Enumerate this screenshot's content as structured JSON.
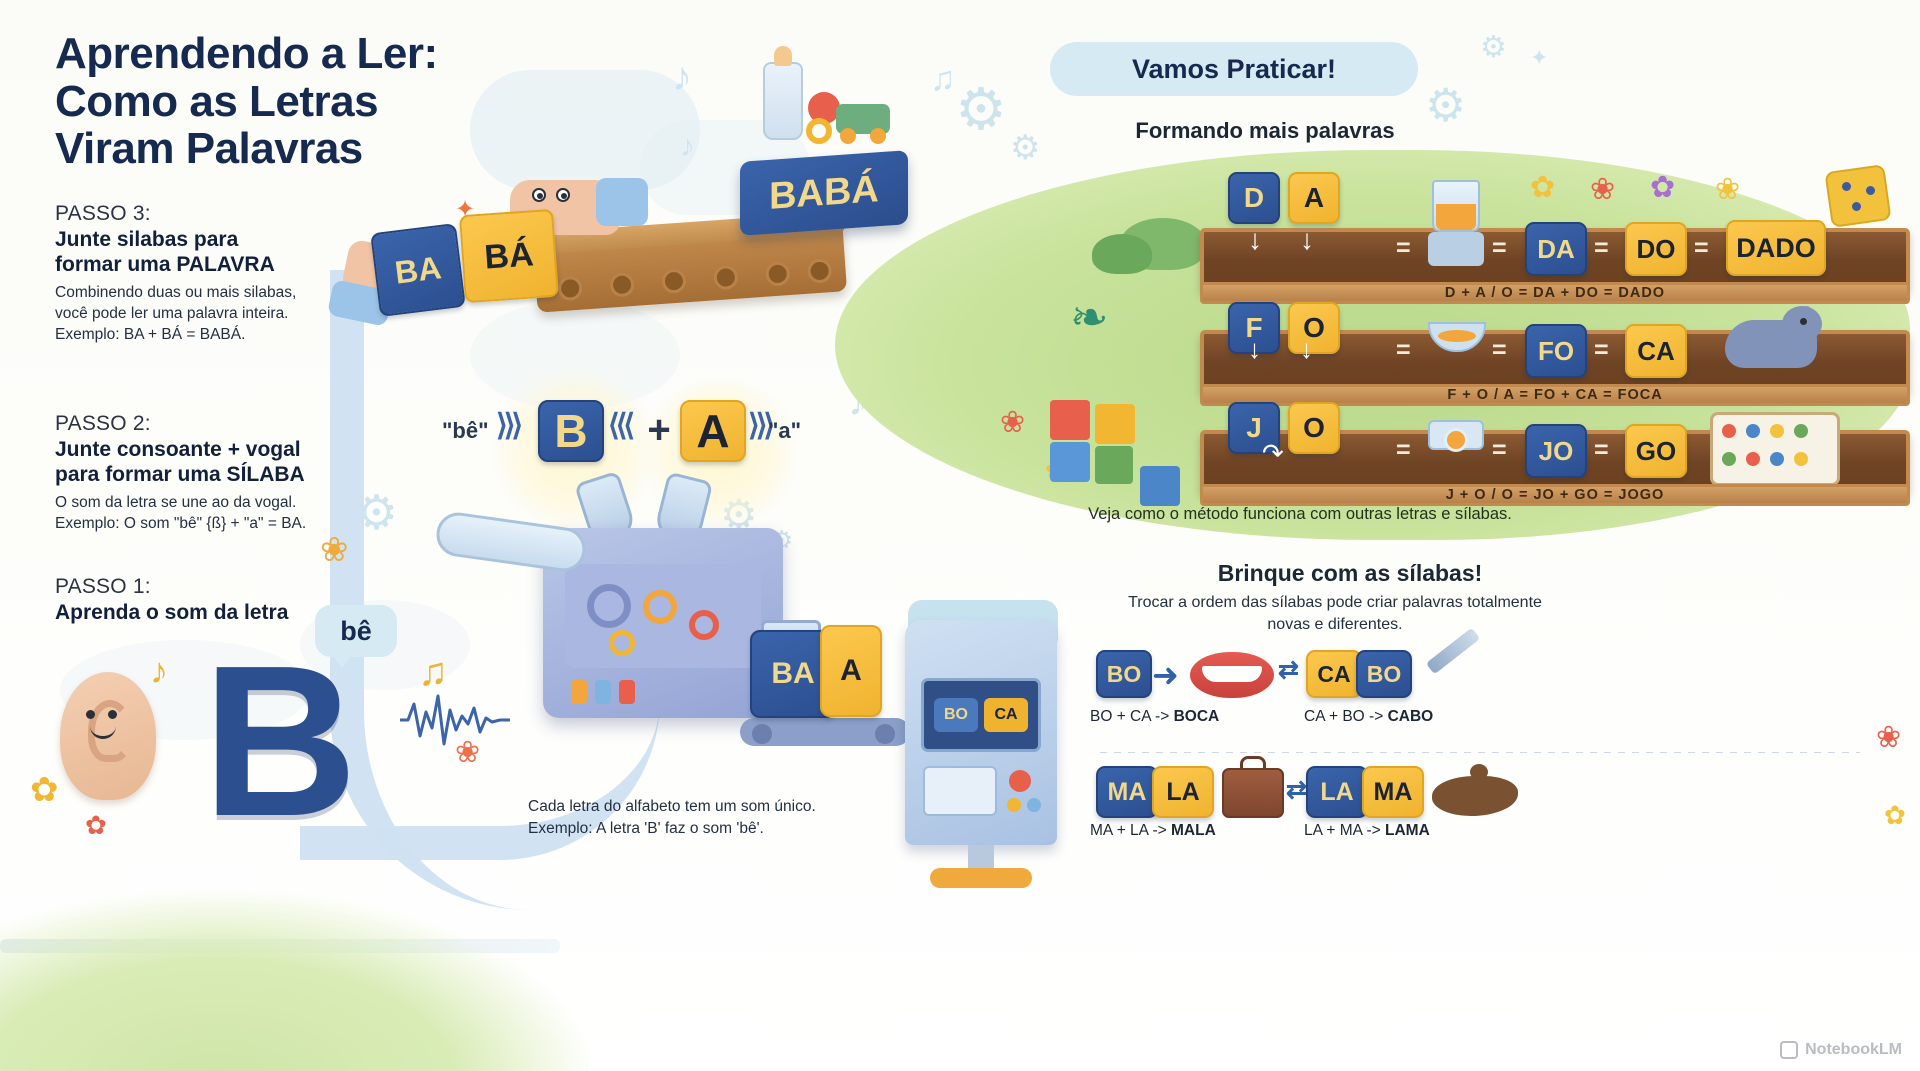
{
  "title": "Aprendendo a Ler:\nComo as Letras\nViram Palavras",
  "steps": [
    {
      "kicker": "PASSO 3:",
      "headline": "Junte silabas para\nformar uma PALAVRA",
      "body": "Combinendo duas ou mais silabas,\nvocê pode ler uma palavra inteira.\nExemplo: BA + BÁ = BABÁ."
    },
    {
      "kicker": "PASSO 2:",
      "headline": "Junte consoante + vogal\npara formar uma SÍLABA",
      "body": "O som da letra se une ao da vogal.\nExemplo: O som \"bê\" {ß} + \"a\" = BA."
    },
    {
      "kicker": "PASSO 1:",
      "headline": "Aprenda o som da letra",
      "body": ""
    }
  ],
  "bottom_caption": "Cada letra do alfabeto tem um som único.\nExemplo: A letra 'B' faz o som 'bê'.",
  "center": {
    "sound_left": "\"bê\"",
    "letter_b": "B",
    "plus": "+",
    "letter_a": "A",
    "sound_right": "\"a\"",
    "speech_bubble": "bê",
    "big_b": "B",
    "conveyor_tiles": [
      "BA",
      "BÁ"
    ],
    "word_block": "BABÁ",
    "machine_tiles": [
      "BA",
      "A"
    ],
    "arcade_tiles": [
      "BO",
      "CA"
    ]
  },
  "practice": {
    "pill_label": "Vamos Praticar!",
    "sub_head": "Formando mais palavras",
    "caption": "Veja como o método funciona com outras letras e sílabas.",
    "rows": [
      {
        "inputs": [
          "D",
          "A"
        ],
        "results": [
          "DA",
          "DO"
        ],
        "word": "DADO",
        "formula": "D + A / O  =  DA + DO  =  DADO"
      },
      {
        "inputs": [
          "F",
          "O"
        ],
        "results": [
          "FO",
          "CA"
        ],
        "word": "FOCA",
        "formula": "F + O / A  =  FO + CA  =  FOCA"
      },
      {
        "inputs": [
          "J",
          "O"
        ],
        "results": [
          "JO",
          "GO"
        ],
        "word": "JOGO",
        "formula": "J + O / O  =  JO + GO  =  JOGO"
      }
    ]
  },
  "swap": {
    "heading": "Brinque com as sílabas!",
    "intro": "Trocar a ordem das sílabas pode criar palavras totalmente\nnovas e diferentes.",
    "pairs": [
      {
        "left_tiles": [
          "BO"
        ],
        "left_icon": "mouth-icon",
        "left_label_prefix": "BO + CA -> ",
        "left_label_word": "BOCA",
        "right_tiles": [
          "CA",
          "BO"
        ],
        "right_icon": "pen-icon",
        "right_label_prefix": "CA + BO -> ",
        "right_label_word": "CABO"
      },
      {
        "left_tiles": [
          "MA",
          "LA"
        ],
        "left_icon": "suitcase-icon",
        "left_label_prefix": "MA + LA -> ",
        "left_label_word": "MALA",
        "right_tiles": [
          "LA",
          "MA"
        ],
        "right_icon": "mud-icon",
        "right_label_prefix": "LA + MA -> ",
        "right_label_word": "LAMA"
      }
    ],
    "swap_symbol": "⇄"
  },
  "watermark": "NotebookLM",
  "colors": {
    "navy": "#16294f",
    "tile_blue": "#2c4f90",
    "tile_yellow": "#f0b32f",
    "tile_yellow_text": "#1d2330",
    "tile_blue_text": "#f2d88a",
    "pill_bg": "#d6eaf4",
    "grass": "#c9e39c",
    "wood": "#6f4425",
    "wood_lip": "#c38a50",
    "river": "#cfe2f3"
  }
}
